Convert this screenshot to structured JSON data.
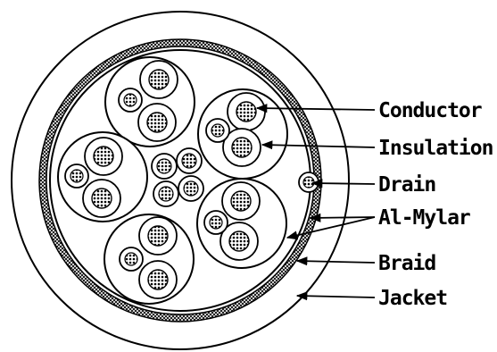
{
  "labels": {
    "conductor": "Conductor",
    "insulation": "Insulation",
    "drain": "Drain",
    "al_mylar": "Al-Mylar",
    "braid": "Braid",
    "jacket": "Jacket"
  },
  "colors": {
    "line": "#000000",
    "background": "#ffffff"
  }
}
